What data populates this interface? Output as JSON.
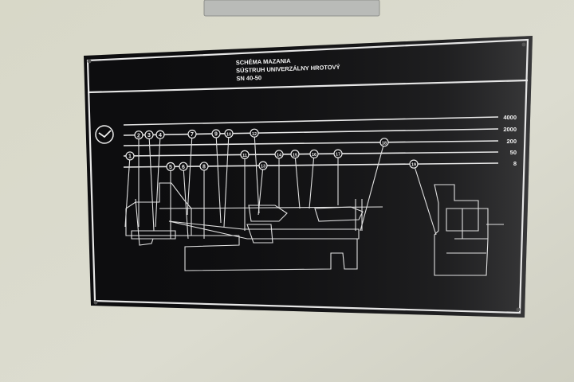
{
  "plate": {
    "title": "SCHÉMA MAZANIA",
    "subtitle": "SÚSTRUH UNIVERZÁLNY HROTOVÝ",
    "model": "SN 40-50",
    "clock_icon": "clock-icon",
    "intervals": [
      "4000",
      "2000",
      "200",
      "50",
      "8"
    ],
    "points": [
      {
        "n": "1",
        "interval": "50"
      },
      {
        "n": "2",
        "interval": "2000"
      },
      {
        "n": "3",
        "interval": "2000"
      },
      {
        "n": "4",
        "interval": "2000"
      },
      {
        "n": "5",
        "interval": "8"
      },
      {
        "n": "6",
        "interval": "8"
      },
      {
        "n": "7",
        "interval": "2000"
      },
      {
        "n": "8",
        "interval": "8"
      },
      {
        "n": "9",
        "interval": "2000"
      },
      {
        "n": "10",
        "interval": "2000"
      },
      {
        "n": "11",
        "interval": "50"
      },
      {
        "n": "12",
        "interval": "2000"
      },
      {
        "n": "13",
        "interval": "8"
      },
      {
        "n": "14",
        "interval": "50"
      },
      {
        "n": "15",
        "interval": "50"
      },
      {
        "n": "16",
        "interval": "50"
      },
      {
        "n": "17",
        "interval": "50"
      },
      {
        "n": "18",
        "interval": "200"
      },
      {
        "n": "19",
        "interval": "8"
      }
    ]
  },
  "colors": {
    "wall": "#d9d9cc",
    "plate": "#0d0d0f",
    "print": "#ececec"
  }
}
